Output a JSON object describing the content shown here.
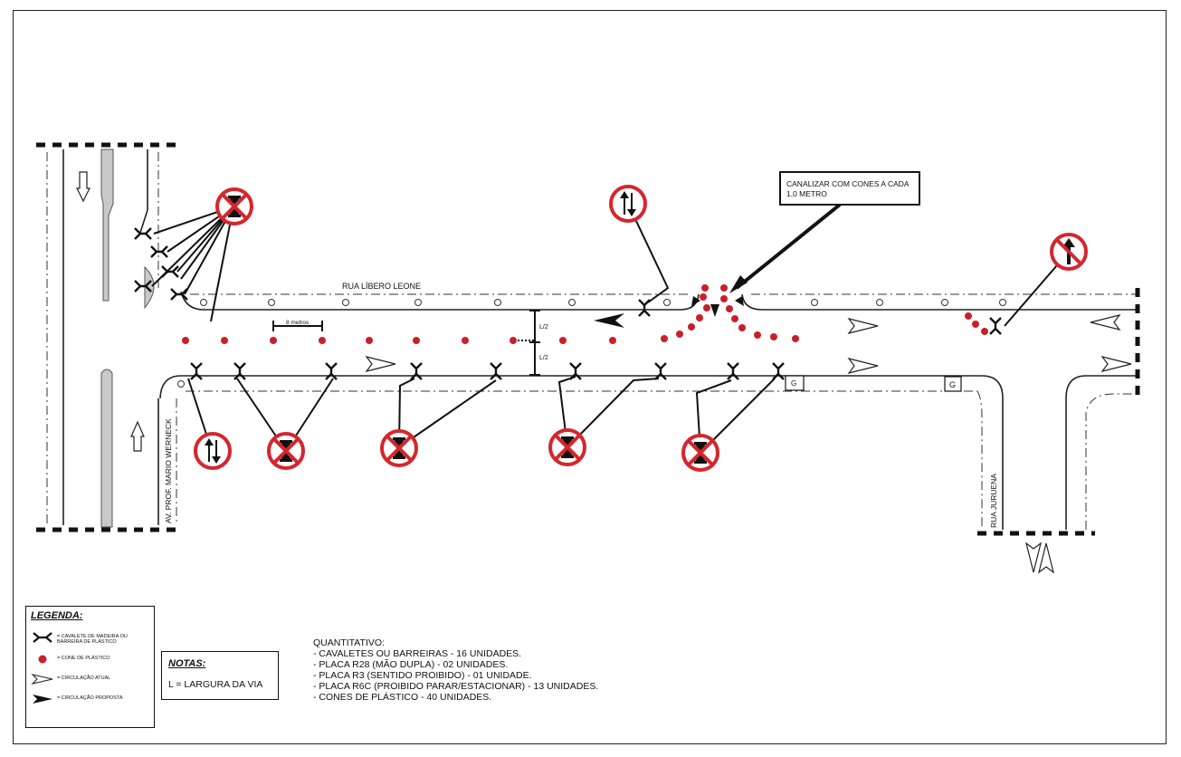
{
  "labels": {
    "rua_libero_leone": "RUA LÍBERO LEONE",
    "av_mario_werneck": "AV. PROF. MARIO WERNECK",
    "rua_juruena": "RUA JURUENA",
    "spacing": "8 metros",
    "half_width_top": "L/2",
    "half_width_bottom": "L/2",
    "gate_1": "G",
    "gate_2": "G"
  },
  "callout": {
    "text": "CANALIZAR COM CONES A CADA 1,0 METRO"
  },
  "legend": {
    "title": "LEGENDA:",
    "items": [
      {
        "icon": "barrier-icon",
        "label": "= CAVALETE DE MADEIRA OU BARREIRA DE PLÁSTICO"
      },
      {
        "icon": "cone-icon",
        "label": "= CONE DE PLÁSTICO"
      },
      {
        "icon": "current-flow-arrow-icon",
        "label": "= CIRCULAÇÃO ATUAL"
      },
      {
        "icon": "proposed-flow-arrow-icon",
        "label": "= CIRCULAÇÃO PROPOSTA"
      }
    ]
  },
  "notes": {
    "title": "NOTAS:",
    "text": "L = LARGURA DA VIA"
  },
  "quantitativo": {
    "title": "QUANTITATIVO:",
    "lines": [
      "- CAVALETES OU BARREIRAS - 16 UNIDADES.",
      "- PLACA R28 (MÃO DUPLA) - 02 UNIDADES.",
      "- PLACA R3 (SENTIDO PROIBIDO) - 01 UNIDADE.",
      "- PLACA R6C (PROIBIDO PARAR/ESTACIONAR) - 13 UNIDADES.",
      "- CONES DE PLÁSTICO - 40 UNIDADES."
    ]
  },
  "colors": {
    "cone": "#c8202a",
    "sign_red": "#d4262e",
    "line": "#111111"
  }
}
